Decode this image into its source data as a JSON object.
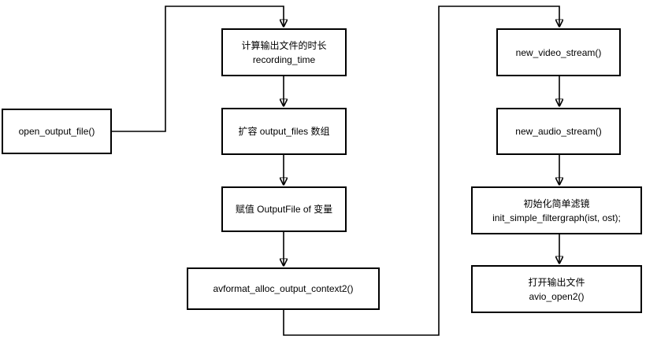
{
  "diagram": {
    "colors": {
      "background": "#ffffff",
      "node_fill": "#ffffff",
      "line": "#000000",
      "text": "#000000"
    },
    "nodes": [
      {
        "id": "open_output_file",
        "lines": [
          "open_output_file()"
        ]
      },
      {
        "id": "recording_time",
        "lines": [
          "计算输出文件的时长",
          "recording_time"
        ]
      },
      {
        "id": "expand_output_files",
        "lines": [
          "扩容 output_files 数组"
        ]
      },
      {
        "id": "assign_outputfile_vars",
        "lines": [
          "赋值 OutputFile of 变量"
        ]
      },
      {
        "id": "avformat_alloc_output_context2",
        "lines": [
          "avformat_alloc_output_context2()"
        ]
      },
      {
        "id": "new_video_stream",
        "lines": [
          "new_video_stream()"
        ]
      },
      {
        "id": "new_audio_stream",
        "lines": [
          "new_audio_stream()"
        ]
      },
      {
        "id": "init_simple_filtergraph",
        "lines": [
          "初始化简单滤镜",
          "init_simple_filtergraph(ist, ost);"
        ]
      },
      {
        "id": "avio_open2",
        "lines": [
          "打开输出文件",
          "avio_open2()"
        ]
      }
    ],
    "edges": [
      {
        "from": "open_output_file",
        "to": "recording_time"
      },
      {
        "from": "recording_time",
        "to": "expand_output_files"
      },
      {
        "from": "expand_output_files",
        "to": "assign_outputfile_vars"
      },
      {
        "from": "assign_outputfile_vars",
        "to": "avformat_alloc_output_context2"
      },
      {
        "from": "avformat_alloc_output_context2",
        "to": "new_video_stream"
      },
      {
        "from": "new_video_stream",
        "to": "new_audio_stream"
      },
      {
        "from": "new_audio_stream",
        "to": "init_simple_filtergraph"
      },
      {
        "from": "init_simple_filtergraph",
        "to": "avio_open2"
      }
    ]
  }
}
